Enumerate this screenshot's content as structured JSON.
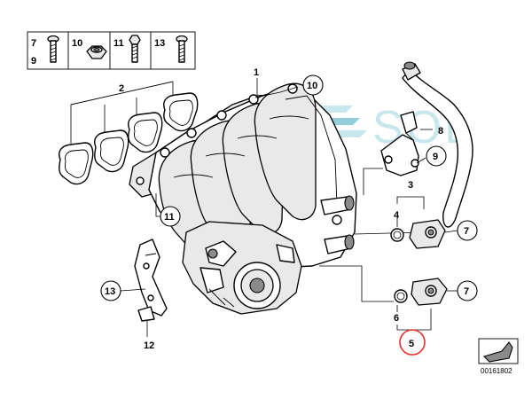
{
  "parts_legend": {
    "boxes": [
      {
        "top": "7",
        "bottom": "9",
        "icon": "screw-icon"
      },
      {
        "top": "10",
        "bottom": "",
        "icon": "nut-icon"
      },
      {
        "top": "11",
        "bottom": "",
        "icon": "bolt-icon"
      },
      {
        "top": "13",
        "bottom": "",
        "icon": "screw-icon"
      }
    ]
  },
  "callouts": {
    "intake_manifold": "1",
    "gaskets": "2",
    "valve_group_upper": "3",
    "o_ring_upper": "4",
    "valve_group_lower": "5",
    "o_ring_lower": "6",
    "screw_upper": "7",
    "screw_lower": "7",
    "bracket_upper": "8",
    "screw_bracket": "9",
    "nut_top": "10",
    "bolt_left": "11",
    "bracket_left": "12",
    "screw_left": "13"
  },
  "watermark": "SOL",
  "diagram_code": "00161802",
  "highlight_color": "#e8312f"
}
